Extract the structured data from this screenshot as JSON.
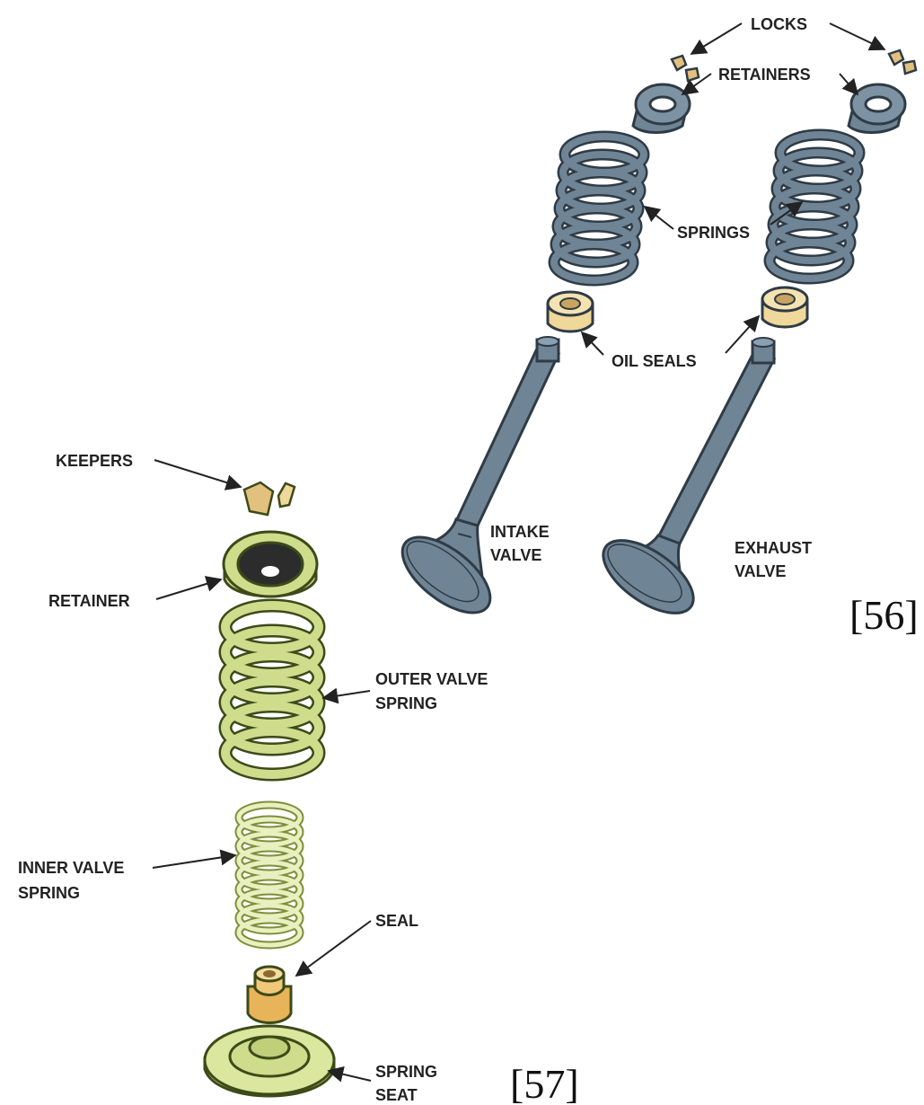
{
  "top_figure": {
    "labels": {
      "locks": "LOCKS",
      "retainers": "RETAINERS",
      "springs": "SPRINGS",
      "oil_seals": "OIL SEALS",
      "intake_line1": "INTAKE",
      "intake_line2": "VALVE",
      "exhaust_line1": "EXHAUST",
      "exhaust_line2": "VALVE"
    },
    "reference": "[56]"
  },
  "bottom_figure": {
    "labels": {
      "keepers": "KEEPERS",
      "retainer": "RETAINER",
      "outer_line1": "OUTER VALVE",
      "outer_line2": "SPRING",
      "inner_line1": "INNER VALVE",
      "inner_line2": "SPRING",
      "seal": "SEAL",
      "seat_line1": "SPRING",
      "seat_line2": "SEAT"
    },
    "reference": "[57]"
  },
  "colors": {
    "steel": "#6f8596",
    "steel_dark": "#2f3b45",
    "seal_tan": "#f0d79a",
    "lock_tan": "#e2c07e",
    "green": "#cfdc8c",
    "green_dark": "#3d4a18",
    "pale_green": "#e8f0bf",
    "orange_seal": "#e7b45a"
  }
}
